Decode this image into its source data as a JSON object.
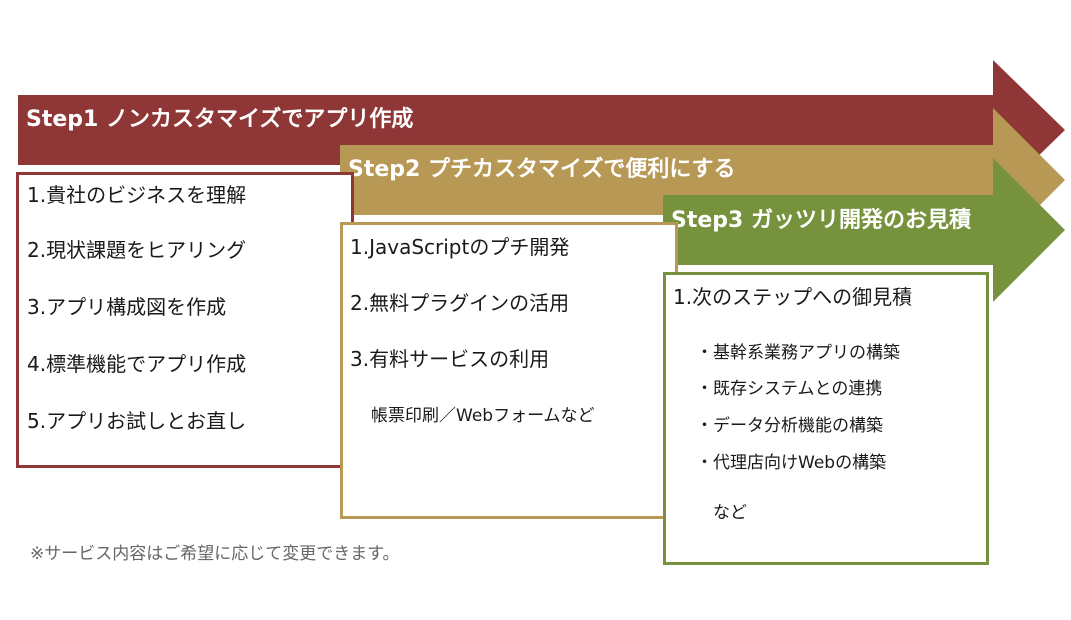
{
  "colors": {
    "step1": "#8f3737",
    "step2": "#b89855",
    "step3": "#77923c"
  },
  "step1": {
    "title": "Step1 ノンカスタマイズでアプリ作成",
    "items": [
      "1.貴社のビジネスを理解",
      "2.現状課題をヒアリング",
      "3.アプリ構成図を作成",
      "4.標準機能でアプリ作成",
      "5.アプリお試しとお直し"
    ]
  },
  "step2": {
    "title": "Step2 プチカスタマイズで便利にする",
    "items": [
      "1.JavaScriptのプチ開発",
      "2.無料プラグインの活用",
      "3.有料サービスの利用"
    ],
    "example": "帳票印刷／Webフォームなど"
  },
  "step3": {
    "title": "Step3 ガッツリ開発のお見積",
    "items": [
      "1.次のステップへの御見積"
    ],
    "sub_items": [
      "・基幹系業務アプリの構築",
      "・既存システムとの連携",
      "・データ分析機能の構築",
      "・代理店向けWebの構築"
    ],
    "etc": "など"
  },
  "note": "※サービス内容はご希望に応じて変更できます。"
}
